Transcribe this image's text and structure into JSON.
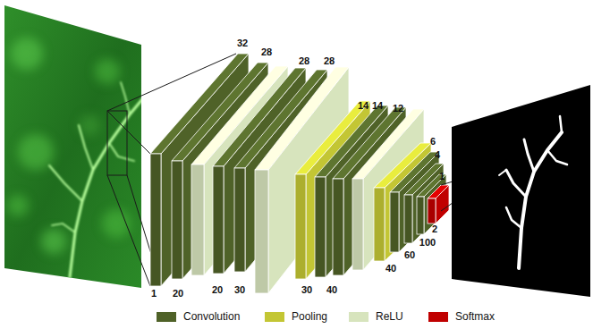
{
  "diagram": {
    "labels": [
      "32",
      "28",
      "28",
      "28",
      "14",
      "14",
      "12",
      "6",
      "4",
      "1",
      "1",
      "20",
      "20",
      "30",
      "30",
      "40",
      "40",
      "60",
      "100",
      "2"
    ],
    "legend": [
      {
        "text": "Convolution",
        "color": "#4f6228"
      },
      {
        "text": "Pooling",
        "color": "#c3c634"
      },
      {
        "text": "ReLU",
        "color": "#d7e4bd"
      },
      {
        "text": "Softmax",
        "color": "#c00000"
      }
    ]
  }
}
